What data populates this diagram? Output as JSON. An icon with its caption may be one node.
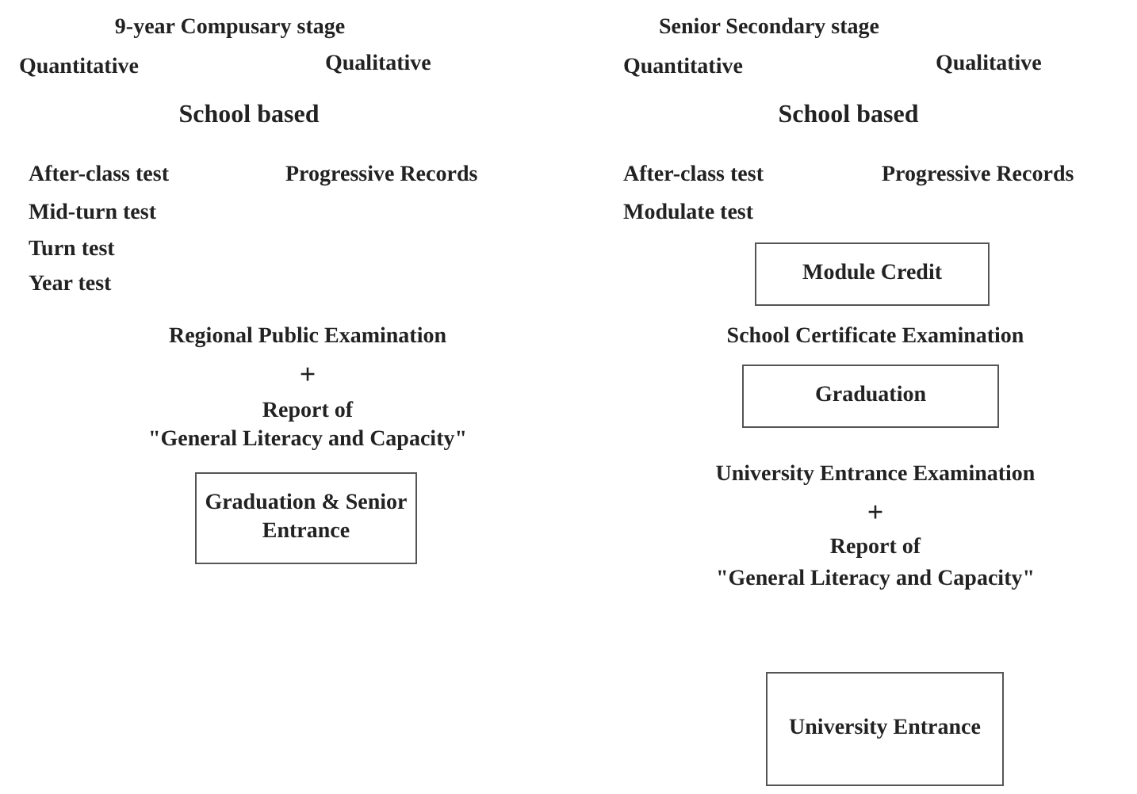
{
  "diagram": {
    "nodes": [
      {
        "text": [
          "Graduation & Senior Entrance"
        ]
      },
      {
        "text": [
          "Module Credit"
        ]
      },
      {
        "text": [
          "Graduation"
        ]
      },
      {
        "text": [
          "University Entrance"
        ]
      }
    ],
    "labels": [
      "9-year Compusary stage",
      "Quantitative",
      "Qualitative",
      "School based",
      "After-class test",
      "Progressive Records",
      "Mid-turn test",
      "Turn test",
      "Year test",
      "Regional Public Examination",
      "+",
      "Report of",
      "\"General Literacy and Capacity\"",
      "Senior Secondary stage",
      "Quantitative",
      "Qualitative",
      "School based",
      "After-class test",
      "Progressive Records",
      "Modulate test",
      "School Certificate Examination",
      "University Entrance Examination",
      "+",
      "Report of",
      "\"General Literacy and Capacity\""
    ]
  }
}
